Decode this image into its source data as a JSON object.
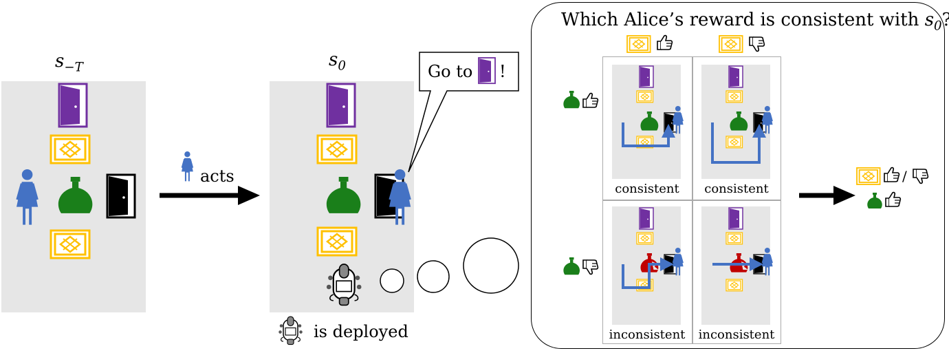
{
  "left_state": {
    "label_base": "s",
    "label_sub": "−T"
  },
  "middle_state": {
    "label_base": "s",
    "label_sub": "0"
  },
  "transition": {
    "label": "acts"
  },
  "speech": {
    "prefix": "Go to",
    "suffix": "!"
  },
  "deploy_caption": "is deployed",
  "question": {
    "text": "Which Alice’s reward is consistent with",
    "var_base": "s",
    "var_sub": "0",
    "end": "?"
  },
  "grid": {
    "cells": [
      {
        "caption": "consistent",
        "vase": "green"
      },
      {
        "caption": "consistent",
        "vase": "green"
      },
      {
        "caption": "inconsistent",
        "vase": "red"
      },
      {
        "caption": "inconsistent",
        "vase": "red"
      }
    ]
  },
  "result": {
    "slash": "/"
  },
  "colors": {
    "purple": "#7030a0",
    "yellow": "#ffc000",
    "green": "#1a7f1a",
    "red": "#c00000",
    "blue": "#4472c4",
    "panel": "#e6e6e6"
  }
}
